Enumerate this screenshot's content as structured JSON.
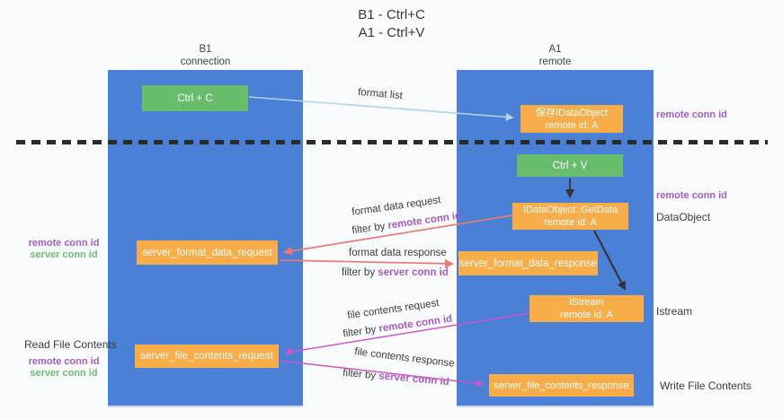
{
  "title": {
    "line1": "B1 - Ctrl+C",
    "line2": "A1 - Ctrl+V"
  },
  "lanes": {
    "left": {
      "title": "B1",
      "subtitle": "connection"
    },
    "right": {
      "title": "A1",
      "subtitle": "remote"
    }
  },
  "nodes": {
    "ctrl_c": {
      "label": "Ctrl + C"
    },
    "ctrl_v": {
      "label": "Ctrl + V"
    },
    "save_dataobject": {
      "line1": "保存IDataObject",
      "line2": "remote id: A"
    },
    "getdata": {
      "line1": "IDataObject::GetData",
      "line2": "remote id: A"
    },
    "istream": {
      "line1": "IStream",
      "line2": "remote id: A"
    },
    "server_format_data_request": {
      "label": "server_format_data_request"
    },
    "server_format_data_response": {
      "label": "server_format_data_response"
    },
    "server_file_contents_request": {
      "label": "server_file_contents_request"
    },
    "server_file_contents_response": {
      "label": "server_file_contents_response"
    }
  },
  "arrow_labels": {
    "format_list": "format list",
    "format_data_request": "format data request",
    "format_data_response": "format data response",
    "file_contents_request": "file contents request",
    "file_contents_response": "file contents response",
    "filter_by": "filter by ",
    "remote_conn_id": "remote conn id",
    "server_conn_id": "server conn id"
  },
  "side_labels": {
    "remote_conn_id": "remote conn id",
    "server_conn_id": "server conn id",
    "dataobject": "DataObject",
    "istream": "Istream",
    "read_file_contents": "Read File Contents",
    "write_file_contents": "Write File Contents"
  },
  "colors": {
    "lane_blue": "#4a80d5",
    "node_orange": "#f9ad49",
    "node_green": "#68bd6c",
    "arrow_lightblue": "#aed4f2",
    "arrow_black": "#333333",
    "arrow_salmon": "#e87a7a",
    "arrow_magenta": "#cc55cc",
    "text_purple": "#a45bc8",
    "text_green": "#6cbf70"
  }
}
